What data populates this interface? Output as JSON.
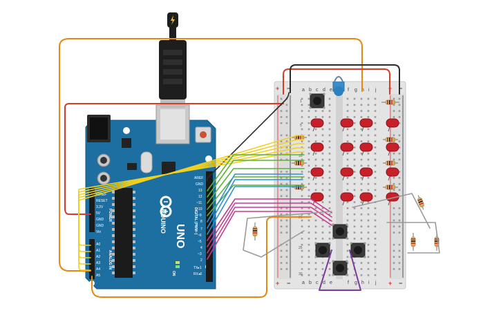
{
  "board": {
    "brand": "ARDUINO",
    "model": "UNO",
    "digital_header": "DIGITAL (PWM~)",
    "analog_header": "ANALOG IN",
    "power_header": "POWER",
    "on_label": "ON",
    "top_pins": [
      "AREF",
      "GND",
      "13",
      "12",
      "~11",
      "~10",
      "~9",
      "8",
      "7",
      "~6",
      "~5",
      "4",
      "~3",
      "2",
      "TX▸1",
      "RX◂0"
    ],
    "analog_pins": [
      "A0",
      "A1",
      "A2",
      "A3",
      "A4",
      "A5"
    ],
    "power_pins": [
      "IOREF",
      "RESET",
      "3.3V",
      "5V",
      "GND",
      "GND",
      "Vin"
    ]
  },
  "breadboard": {
    "columns_left": [
      "a",
      "b",
      "c",
      "d",
      "e"
    ],
    "columns_right": [
      "f",
      "g",
      "h",
      "i",
      "j"
    ],
    "row_numbers": [
      "1",
      "5",
      "10",
      "15",
      "20",
      "25",
      "30"
    ],
    "plus_sign": "+",
    "minus_sign": "−"
  },
  "colors": {
    "board": "#1c6fa0",
    "wire_orange": "#e8860d",
    "wire_red": "#d93a2a",
    "wire_black": "#2a2a2a",
    "wire_yellow": "#f0d020",
    "wire_green": "#59b33a",
    "wire_blue": "#2d8fd6",
    "wire_magenta": "#c83a8e",
    "wire_purple": "#7a3a9a",
    "wire_gray": "#9a9a9a",
    "led": "#c7202a"
  },
  "icons": [
    "usb-plug-icon",
    "lightning-icon",
    "infinity-logo-icon"
  ]
}
